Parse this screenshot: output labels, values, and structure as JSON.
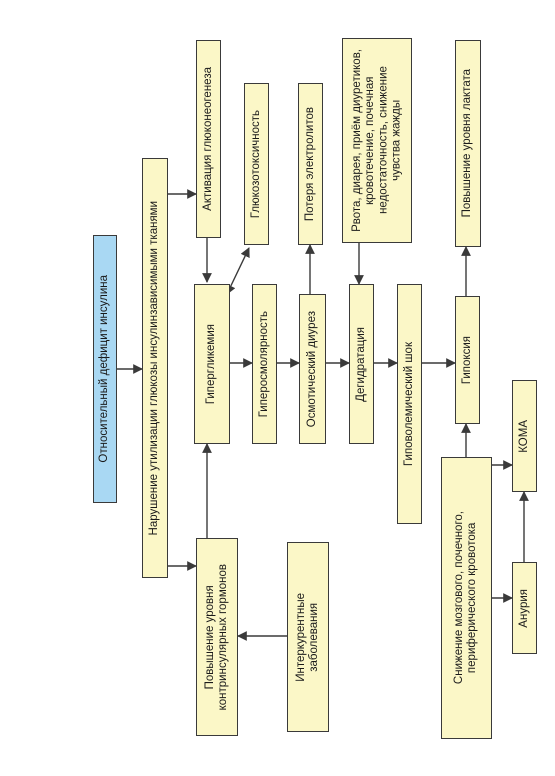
{
  "colors": {
    "box_fill": "#fbf7c7",
    "root_fill": "#a9d8f3",
    "border": "#3a3a3a",
    "arrow": "#3a3a3a"
  },
  "nodes": {
    "relative_deficit": "Относительный дефицит инсулина",
    "glucose_utilization": "Нарушение утилизации глюкозы инсулинзависимыми тканями",
    "gluconeogenesis": "Активация глюконеогенеза",
    "hyperglycemia": "Гипергликемия",
    "counterinsular": "Повышение уровня\nконтринсулярных гормонов",
    "glucotoxicity": "Глюкозотоксичность",
    "hyperosmolarity": "Гиперосмолярность",
    "intercurrent": "Интеркурентные\nзаболевания",
    "electrolytes": "Потеря электролитов",
    "osmotic_diuresis": "Осмотический диурез",
    "fluid_loss_causes": "Рвота, диарея, приём диуретиков,\nкровотечение, почечная\nнедостаточность, снижение\nчувства жажды",
    "dehydration": "Дегидратация",
    "hypovolemic_shock": "Гиповолемический шок",
    "lactate": "Повышение уровня лактата",
    "hypoxia": "Гипоксия",
    "perfusion_decrease": "Снижение мозгового, почечного,\nпериферического кровотока",
    "coma": "КОМА",
    "anuria": "Анурия"
  }
}
